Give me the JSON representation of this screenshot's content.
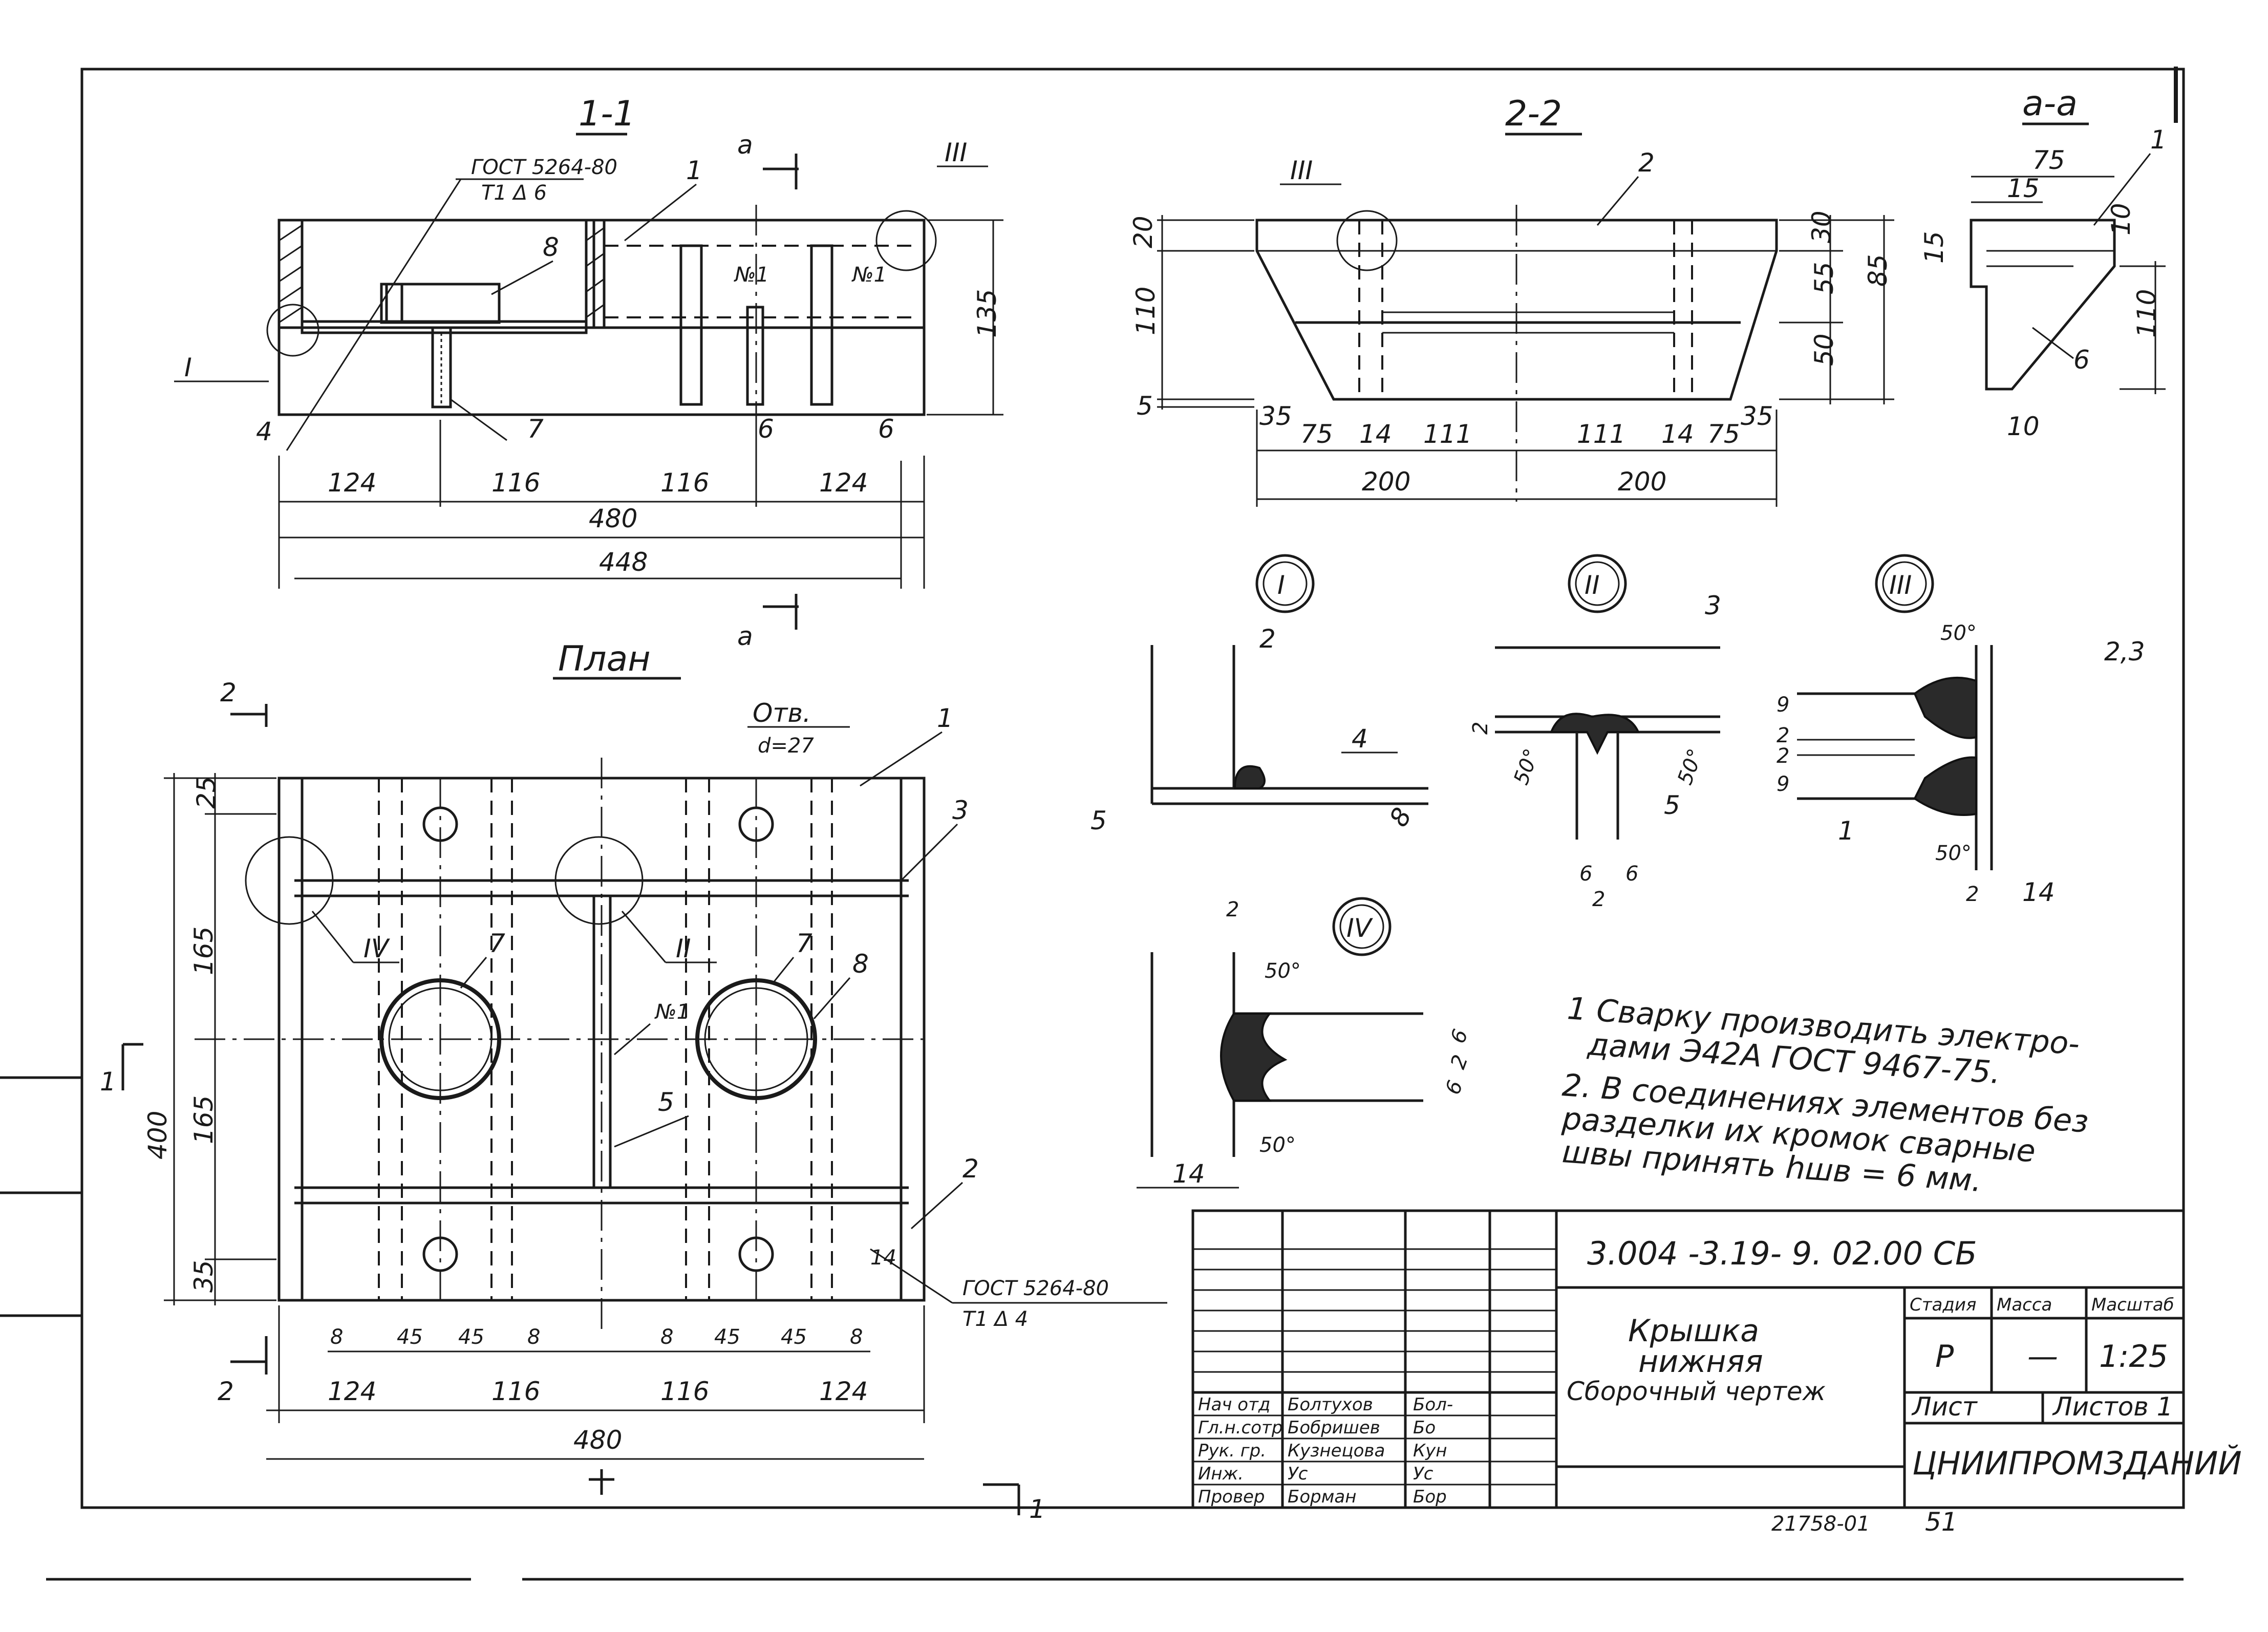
{
  "sections": {
    "s11": "1-1",
    "s22": "2-2",
    "saa": "а-а",
    "plan": "План"
  },
  "gost_top": "ГОСТ 5264-80",
  "gost_top_sub": "Т1 Δ 6",
  "gost_bottom": "ГОСТ 5264-80",
  "gost_bottom_sub": "Т1 Δ 4",
  "holes_label": "Отв.",
  "holes_d": "d=27",
  "weld_no1": "№1",
  "arrow_a": "а",
  "arrow_1": "1",
  "arrow_2": "2",
  "callouts": [
    "I",
    "II",
    "III",
    "IV"
  ],
  "parts": [
    "1",
    "2",
    "3",
    "4",
    "5",
    "6",
    "7",
    "8"
  ],
  "dims_s11": {
    "d124a": "124",
    "d116a": "116",
    "d116b": "116",
    "d124b": "124",
    "d480": "480",
    "d448": "448",
    "d135": "135"
  },
  "dims_s22": {
    "d20": "20",
    "d110": "110",
    "d5": "5",
    "d30": "30",
    "d85": "85",
    "d55": "55",
    "d50": "50",
    "d35a": "35",
    "d75a": "75",
    "d14a": "14",
    "d111a": "111",
    "d111b": "111",
    "d14b": "14",
    "d75b": "75",
    "d35b": "35",
    "d200a": "200",
    "d200b": "200"
  },
  "dims_saa": {
    "d75": "75",
    "d15a": "15",
    "d15b": "15",
    "d10a": "10",
    "d110": "110",
    "d10b": "10"
  },
  "dims_plan": {
    "d25": "25",
    "d165a": "165",
    "d165b": "165",
    "d400": "400",
    "d35": "35",
    "d8a": "8",
    "d45a": "45",
    "d45b": "45",
    "d8b": "8",
    "d8c": "8",
    "d45c": "45",
    "d45d": "45",
    "d8d": "8",
    "d124a": "124",
    "d116a": "116",
    "d116b": "116",
    "d124b": "124",
    "d480": "480",
    "d14": "14"
  },
  "details": {
    "I": {
      "d5": "5",
      "d8": "8",
      "part2": "2",
      "part4": "4"
    },
    "II": {
      "d2": "2",
      "a50a": "50°",
      "a50b": "50°",
      "d6a": "6",
      "d6b": "6",
      "d2b": "2",
      "part3": "3",
      "part5": "5"
    },
    "III": {
      "a50a": "50°",
      "a50b": "50°",
      "d9a": "9",
      "d2a": "2",
      "d2b": "2",
      "d9b": "9",
      "d2c": "2",
      "d14": "14",
      "part23": "2,3",
      "part1": "1"
    },
    "IV": {
      "d2": "2",
      "a50a": "50°",
      "a50b": "50°",
      "d6a": "6",
      "d2b": "2",
      "d6b": "6",
      "d14": "14"
    }
  },
  "notes": {
    "n1a": "1 Сварку производить электро-",
    "n1b": "дами Э42А ГОСТ 9467-75.",
    "n2a": "2. В соединениях элементов без",
    "n2b": "разделки их кромок сварные",
    "n2c": "швы принять  hшв = 6 мм."
  },
  "title_block": {
    "code": "3.004 -3.19- 9. 02.00 СБ",
    "name1": "Крышка",
    "name2": "нижняя",
    "name3": "Сборочный чертеж",
    "h_stage": "Стадия",
    "h_mass": "Масса",
    "h_scale": "Масштаб",
    "stage": "Р",
    "mass": "—",
    "scale": "1:25",
    "sheet": "Лист",
    "sheets": "Листов 1",
    "org": "ЦНИИПРОМЗДАНИЙ",
    "rows": [
      {
        "role": "Нач отд",
        "name": "Болтухов",
        "sign": "Бол-"
      },
      {
        "role": "Гл.н.сотр",
        "name": "Бобришев",
        "sign": "Бо"
      },
      {
        "role": "Рук. гр.",
        "name": "Кузнецова",
        "sign": "Кун"
      },
      {
        "role": "Инж.",
        "name": "Ус",
        "sign": "Ус"
      },
      {
        "role": "Провер",
        "name": "Борман",
        "sign": "Бор"
      }
    ]
  },
  "archive_no": "21758-01",
  "page_no": "51"
}
